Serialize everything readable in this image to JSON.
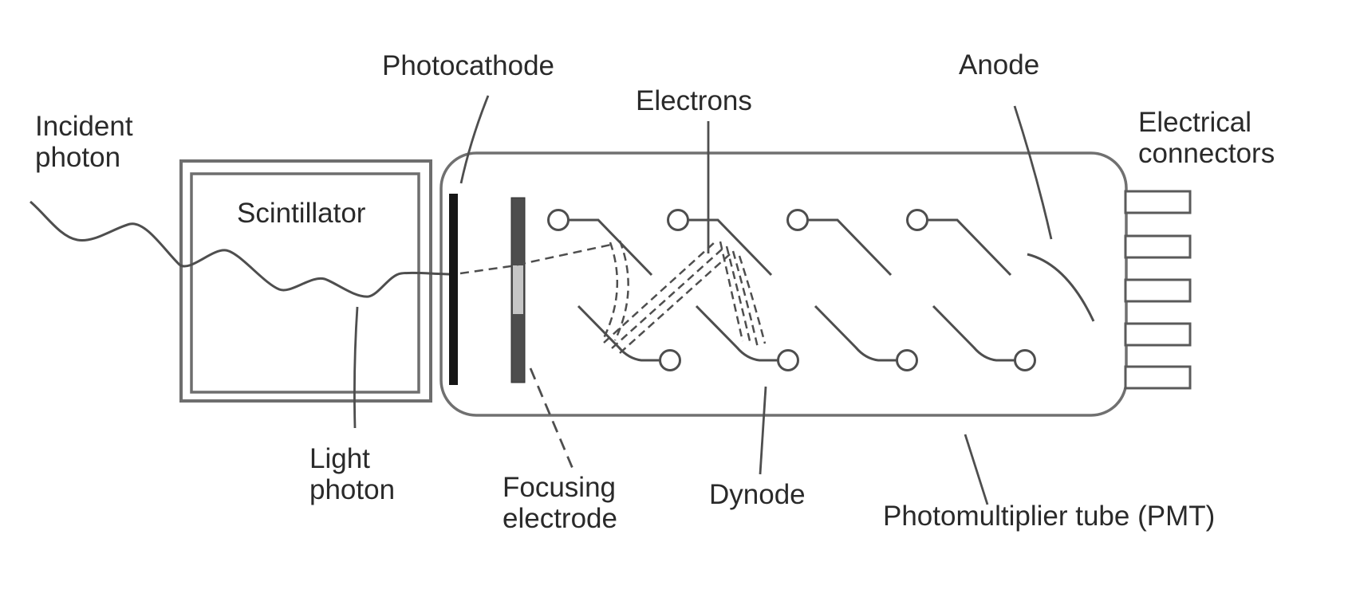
{
  "diagram": {
    "type": "physics-schematic",
    "subject": "Photomultiplier tube (PMT) with scintillator",
    "labels": {
      "incident_photon": "Incident\nphoton",
      "photocathode": "Photocathode",
      "scintillator": "Scintillator",
      "electrons": "Electrons",
      "anode": "Anode",
      "electrical_connectors": "Electrical\nconnectors",
      "light_photon": "Light\nphoton",
      "focusing_electrode": "Focusing\nelectrode",
      "dynode": "Dynode",
      "pmt": "Photomultiplier tube (PMT)"
    },
    "colors": {
      "background": "#ffffff",
      "line": "#4e4e4e",
      "outline": "#6e6e6e",
      "photocathode_fill": "#161616",
      "electrode_dark": "#4d4d4d",
      "electrode_light": "#c6c6c6",
      "text": "#2a2a2a"
    },
    "counts": {
      "top_dynodes": 4,
      "bottom_dynodes": 4,
      "connector_pins": 5
    }
  }
}
